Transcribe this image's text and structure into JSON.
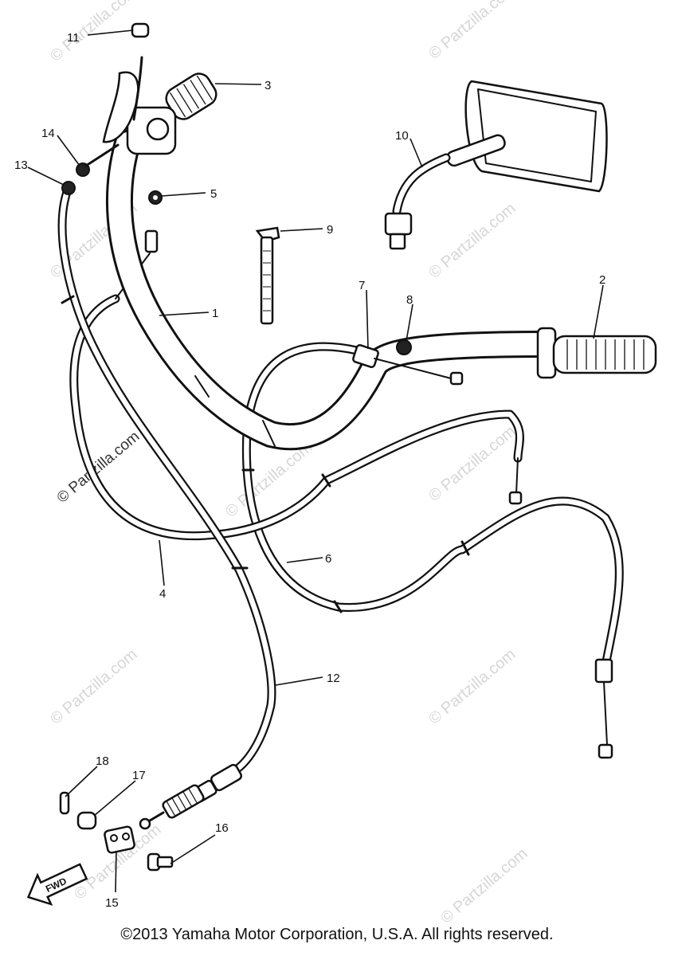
{
  "watermarks": [
    "© Partzilla.com",
    "© Partzilla.com",
    "© Partzilla.com",
    "© Partzilla.com",
    "© Partzilla.com",
    "© Partzilla.com",
    "© Partzilla.com",
    "© Partzilla.com",
    "© Partzilla.com",
    "© Partzilla.com",
    "© Partzilla.com"
  ],
  "callouts": [
    "1",
    "2",
    "3",
    "4",
    "5",
    "6",
    "7",
    "8",
    "9",
    "10",
    "11",
    "12",
    "13",
    "14",
    "15",
    "16",
    "17",
    "18"
  ],
  "direction_arrow": "FWD",
  "copyright": "©2013 Yamaha Motor Corporation, U.S.A. All rights reserved."
}
